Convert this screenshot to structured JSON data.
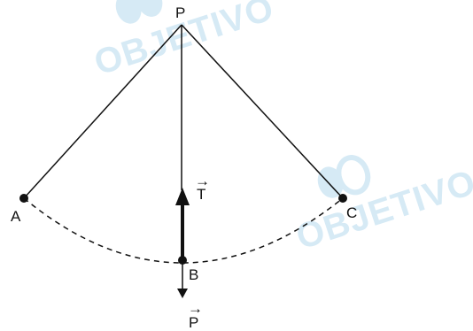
{
  "diagram": {
    "points": [
      {
        "id": "P",
        "label": "P"
      },
      {
        "id": "A",
        "label": "A"
      },
      {
        "id": "B",
        "label": "B"
      },
      {
        "id": "C",
        "label": "C"
      }
    ],
    "vectors": [
      {
        "id": "T",
        "label": "T",
        "arrow_glyph": "→"
      },
      {
        "id": "P_weight",
        "label": "P",
        "arrow_glyph": "→"
      }
    ],
    "watermark": {
      "text": "OBJETIVO",
      "color": "#d6eaf5"
    },
    "colors": {
      "line": "#111111",
      "background": "#ffffff"
    }
  }
}
